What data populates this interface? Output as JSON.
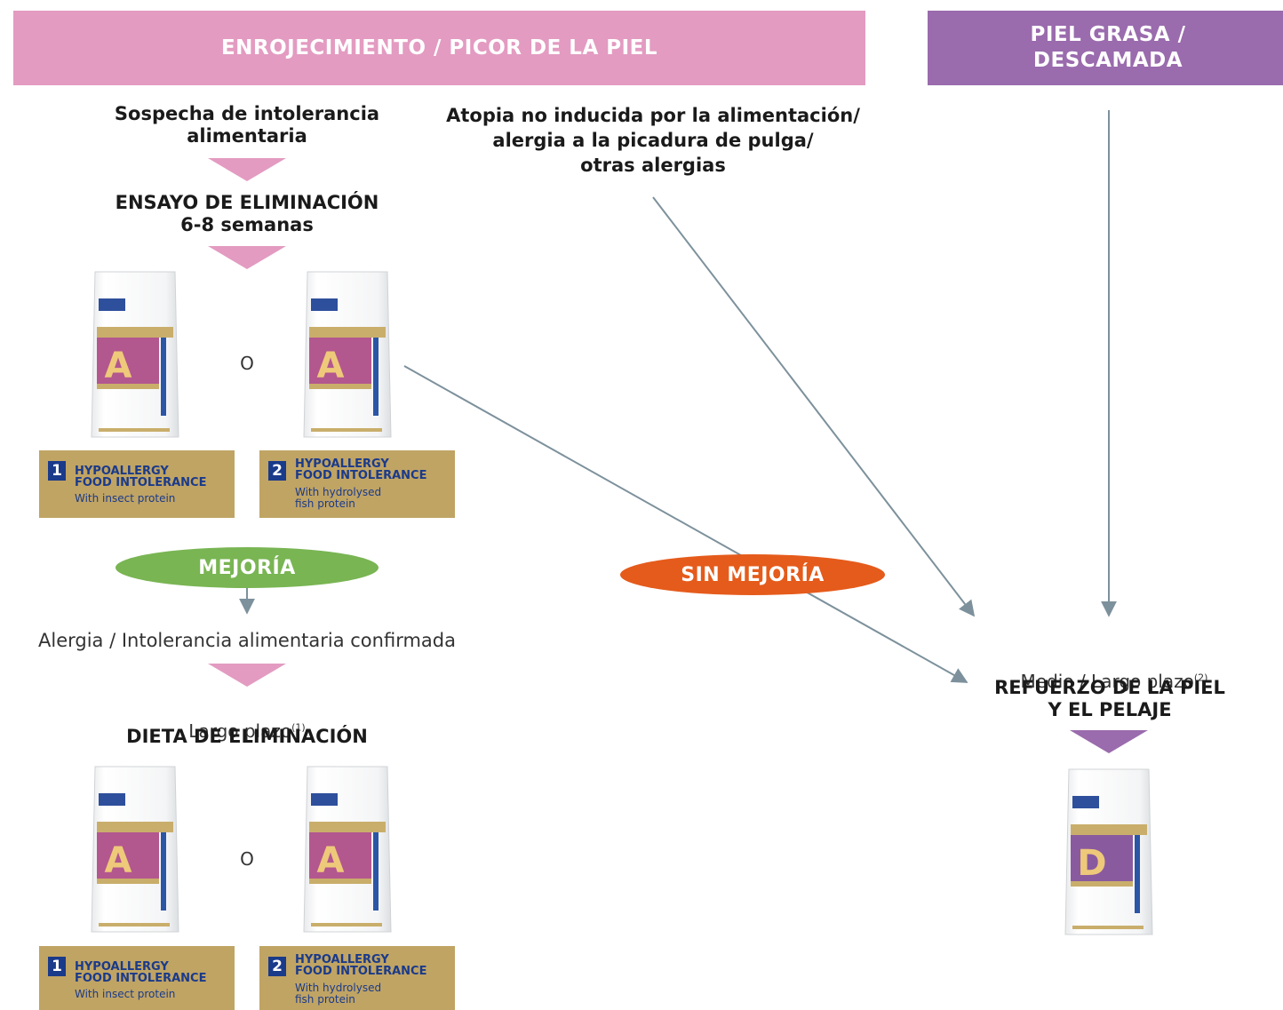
{
  "banners": {
    "main": "ENROJECIMIENTO / PICOR DE LA PIEL",
    "oily": "PIEL GRASA /\nDESCAMADA"
  },
  "texts": {
    "suspicion": "Sospecha de intolerancia\nalimentaria",
    "atopy": "Atopia no inducida por la alimentación/\nalergia a la picadura de pulga/\notras alergias",
    "trial": "ENSAYO DE ELIMINACIÓN\n6-8 semanas",
    "or": "O",
    "confirmed": "Alergia / Intolerancia alimentaria confirmada",
    "long_term": "Largo plazo",
    "long_term_ref": "(1)",
    "elimination_diet": "DIETA DE ELIMINACIÓN",
    "medium_long_term": "Medio / Largo plazo",
    "medium_long_term_ref": "(2)",
    "reinforcement": "REFUERZO DE LA PIEL\nY EL PELAJE"
  },
  "outcomes": {
    "improvement": "MEJORÍA",
    "no_improvement": "SIN MEJORÍA"
  },
  "products": [
    {
      "number": "1",
      "name": "HYPOALLERGY\nFOOD INTOLERANCE",
      "sub": "With insect protein"
    },
    {
      "number": "2",
      "name": "HYPOALLERGY\nFOOD INTOLERANCE",
      "sub": "With hydrolysed\nfish protein"
    }
  ],
  "bags": {
    "allergy_letter": "A",
    "derm_letter": "D"
  },
  "colors": {
    "pink": "#e39bc1",
    "purple": "#9a6bad",
    "green": "#79b553",
    "orange": "#e55b1b",
    "gold": "#c0a464",
    "arrow": "#7d919c"
  }
}
